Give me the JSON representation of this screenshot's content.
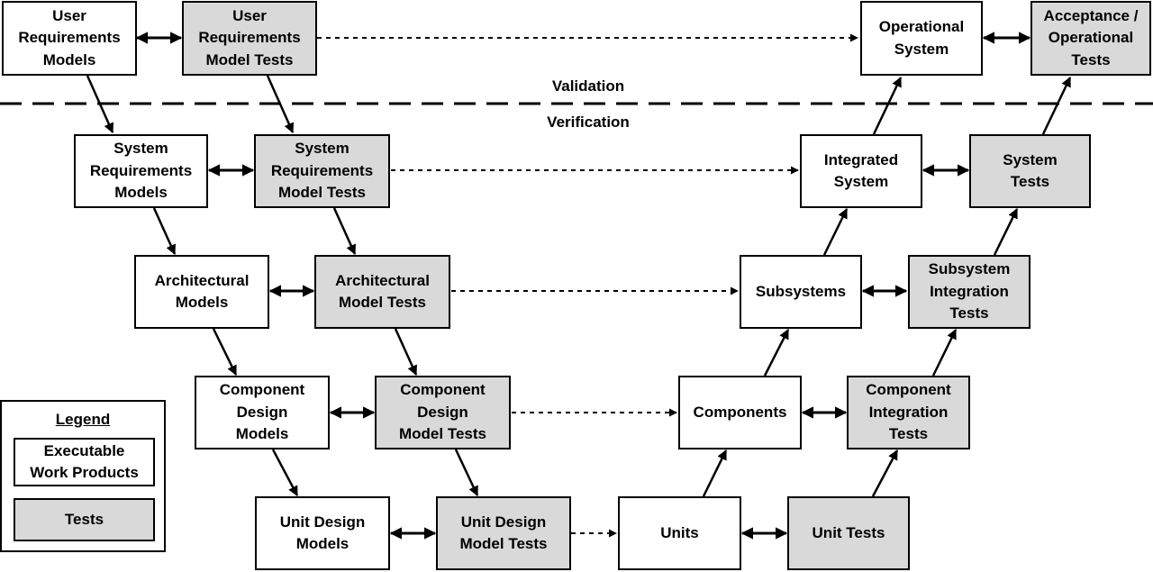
{
  "boxes": {
    "user_req_models": "User\nRequirements\nModels",
    "user_req_tests": "User\nRequirements\nModel Tests",
    "operational_system": "Operational\nSystem",
    "acceptance_tests": "Acceptance /\nOperational\nTests",
    "system_req_models": "System\nRequirements\nModels",
    "system_req_tests": "System\nRequirements\nModel Tests",
    "integrated_system": "Integrated\nSystem",
    "system_tests": "System\nTests",
    "arch_models": "Architectural\nModels",
    "arch_tests": "Architectural\nModel Tests",
    "subsystems": "Subsystems",
    "subsystem_int_tests": "Subsystem\nIntegration\nTests",
    "comp_design_models": "Component\nDesign\nModels",
    "comp_design_tests": "Component\nDesign\nModel Tests",
    "components": "Components",
    "comp_int_tests": "Component\nIntegration\nTests",
    "unit_design_models": "Unit Design\nModels",
    "unit_design_tests": "Unit Design\nModel Tests",
    "units": "Units",
    "unit_tests": "Unit Tests"
  },
  "labels": {
    "validation": "Validation",
    "verification": "Verification"
  },
  "legend": {
    "title": "Legend",
    "executable": "Executable\nWork Products",
    "tests": "Tests"
  },
  "colors": {
    "test_fill": "#d9d9d9",
    "work_fill": "#ffffff",
    "line": "#000000"
  }
}
